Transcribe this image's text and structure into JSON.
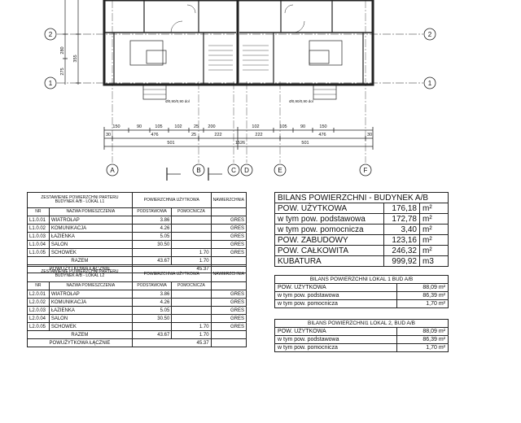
{
  "floor_plan": {
    "axes": [
      "A",
      "B",
      "C",
      "D",
      "E",
      "F"
    ],
    "row_axes": [
      "1",
      "2"
    ],
    "dims_row1": [
      "150",
      "90",
      "105",
      "102",
      "25",
      "200",
      "102",
      "105",
      "90",
      "150"
    ],
    "dims_row2": [
      "30",
      "476",
      "25",
      "222",
      "222",
      "476",
      "30"
    ],
    "dims_row3": [
      "501",
      "1526",
      "501"
    ],
    "dims_left": [
      "280",
      "355",
      "275"
    ],
    "room_notes": [
      "Ø0,90/0,90 dol",
      "Ø0,90/0,90 dol"
    ]
  },
  "table_l1": {
    "title": "ZESTAWIENIE POWIERZCHNI PARTERU\nBUDYNEK A/B - LOKAL L1",
    "col_area": "POWIERZCHNIA UŻYTKOWA",
    "col_floor": "NAWIERZCHNIA",
    "col_nr": "NR",
    "col_name": "NAZWA POMIESZCZENIA",
    "col_base": "PODSTAWOWA",
    "col_aux": "POMOCNICZA",
    "rows": [
      {
        "nr": "L1.0.01",
        "name": "WIATROŁAP",
        "base": "3.86",
        "aux": "",
        "floor": "GRES"
      },
      {
        "nr": "L1.0.02",
        "name": "KOMUNIKACJA",
        "base": "4.26",
        "aux": "",
        "floor": "GRES"
      },
      {
        "nr": "L1.0.03",
        "name": "ŁAZIENKA",
        "base": "5.05",
        "aux": "",
        "floor": "GRES"
      },
      {
        "nr": "L1.0.04",
        "name": "SALON",
        "base": "30.50",
        "aux": "",
        "floor": "GRES"
      },
      {
        "nr": "L1.0.05",
        "name": "SCHOWEK",
        "base": "",
        "aux": "1.70",
        "floor": "GRES"
      }
    ],
    "sum_label": "RAZEM",
    "sum_base": "43.67",
    "sum_aux": "1.70",
    "total_label": "POWUŻYTKOWA ŁĄCZNIE",
    "total": "45.37"
  },
  "table_l2": {
    "title": "ZESTAWIENIE POWIERZCHNI PARTERU\nBUDYNEK A/B - LOKAL L2",
    "col_area": "POWIERZCHNIA UŻYTKOWA",
    "col_floor": "NAWIERZCHNIA",
    "col_nr": "NR",
    "col_name": "NAZWA POMIESZCZENIA",
    "col_base": "PODSTAWOWA",
    "col_aux": "POMOCNICZA",
    "rows": [
      {
        "nr": "L2.0.01",
        "name": "WIATROŁAP",
        "base": "3.86",
        "aux": "",
        "floor": "GRES"
      },
      {
        "nr": "L2.0.02",
        "name": "KOMUNIKACJA",
        "base": "4.26",
        "aux": "",
        "floor": "GRES"
      },
      {
        "nr": "L2.0.03",
        "name": "ŁAZIENKA",
        "base": "5.05",
        "aux": "",
        "floor": "GRES"
      },
      {
        "nr": "L2.0.04",
        "name": "SALON",
        "base": "30.50",
        "aux": "",
        "floor": "GRES"
      },
      {
        "nr": "L2.0.05",
        "name": "SCHOWEK",
        "base": "",
        "aux": "1.70",
        "floor": "GRES"
      }
    ],
    "sum_label": "RAZEM",
    "sum_base": "43.67",
    "sum_aux": "1.70",
    "total_label": "POWUŻYTKOWA ŁĄCZNIE",
    "total": "45.37"
  },
  "bilans": {
    "title": "BILANS POWIERZCHNI - BUDYNEK A/B",
    "rows": [
      {
        "label": "POW. UŻYTKOWA",
        "value": "176,18",
        "unit": "m²"
      },
      {
        "label": "w tym pow. podstawowa",
        "value": "172,78",
        "unit": "m²"
      },
      {
        "label": "w tym pow. pomocnicza",
        "value": "3,40",
        "unit": "m²"
      },
      {
        "label": "POW. ZABUDOWY",
        "value": "123,16",
        "unit": "m²"
      },
      {
        "label": "POW. CAŁKOWITA",
        "value": "246,32",
        "unit": "m²"
      },
      {
        "label": "KUBATURA",
        "value": "999,92",
        "unit": "m3"
      }
    ]
  },
  "lokal1": {
    "title": "BILANS POWIERZCHNI  LOKAL 1 BUD A/B",
    "rows": [
      {
        "label": "POW. UŻYTKOWA",
        "value": "88,09 m²"
      },
      {
        "label": "w tym pow. podstawowa",
        "value": "86,39 m²"
      },
      {
        "label": "w tym pow. pomocnicza",
        "value": "1,70 m²"
      }
    ]
  },
  "lokal2": {
    "title": "BILANS POWIERZCHNI1  LOKAL 2, BUD A/B",
    "rows": [
      {
        "label": "POW. UŻYTKOWA",
        "value": "88,09 m²"
      },
      {
        "label": "w tym pow. podstawowa",
        "value": "86,39 m²"
      },
      {
        "label": "w tym pow. pomocnicza",
        "value": "1,70 m²"
      }
    ]
  }
}
